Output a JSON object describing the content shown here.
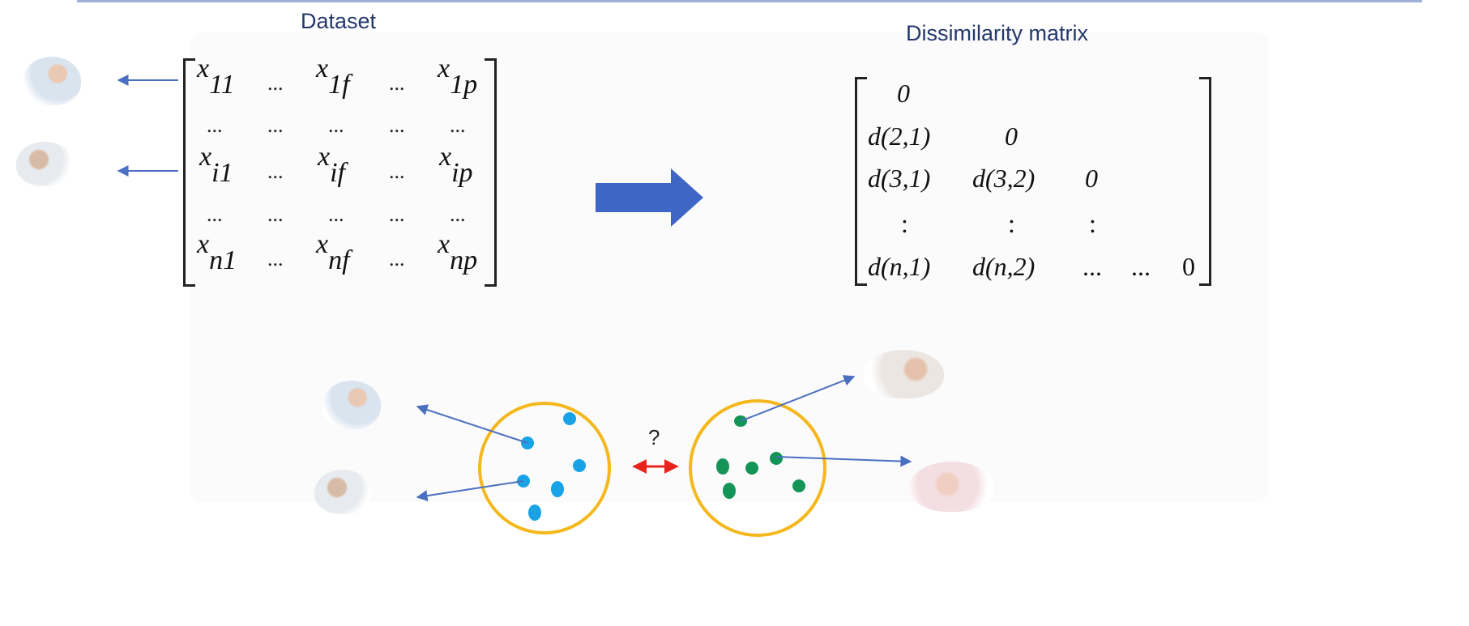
{
  "dataset": {
    "title": "Dataset",
    "rows": [
      {
        "cells": [
          {
            "b": "x",
            "s": "11"
          },
          "...",
          {
            "b": "x",
            "s": "1f"
          },
          "...",
          {
            "b": "x",
            "s": "1p"
          }
        ]
      },
      {
        "cells": [
          "...",
          "...",
          "...",
          "...",
          "..."
        ]
      },
      {
        "cells": [
          {
            "b": "x",
            "s": "i1"
          },
          "...",
          {
            "b": "x",
            "s": "if"
          },
          "...",
          {
            "b": "x",
            "s": "ip"
          }
        ]
      },
      {
        "cells": [
          "...",
          "...",
          "...",
          "...",
          "..."
        ]
      },
      {
        "cells": [
          {
            "b": "x",
            "s": "n1"
          },
          "...",
          {
            "b": "x",
            "s": "nf"
          },
          "...",
          {
            "b": "x",
            "s": "np"
          }
        ]
      }
    ]
  },
  "matrix": {
    "title": "Dissimilarity matrix",
    "r0": [
      "0"
    ],
    "r1": [
      "d(2,1)",
      "0"
    ],
    "r2": [
      "d(3,1)",
      "d(3,2)",
      "0"
    ],
    "r3": [
      ":",
      ":",
      ":"
    ],
    "r4": [
      "d(n,1)",
      "d(n,2)",
      "...",
      "...",
      "0"
    ]
  },
  "question": "?",
  "colors": {
    "arrow_fill": "#3f66c4",
    "cluster_ring": "#f5b81c",
    "blue_points": "#19a3e6",
    "green_points": "#149456",
    "double_arrow": "#e8231b",
    "pointer_lines": "#4a6fc1"
  },
  "icons": [
    "patient-photo",
    "arrow-right",
    "double-arrow"
  ]
}
